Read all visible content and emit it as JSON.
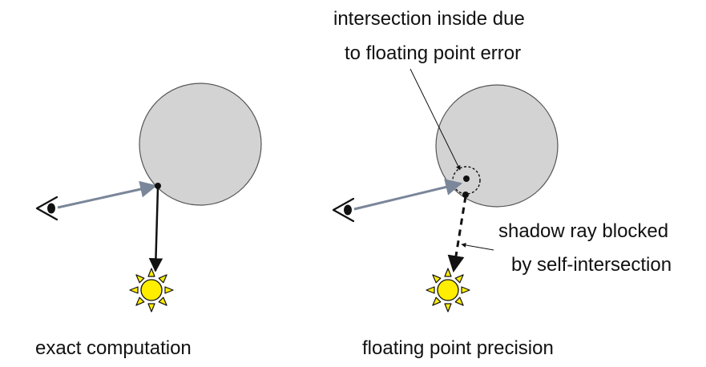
{
  "panels": {
    "left": {
      "caption": "exact computation"
    },
    "right": {
      "caption": "floating point precision",
      "callout_intersection": {
        "line1": "intersection inside due",
        "line2": "to floating point error"
      },
      "callout_shadow": {
        "line1": "shadow ray blocked",
        "line2": "by self-intersection"
      }
    }
  },
  "colors": {
    "sphere_fill": "#d3d3d3",
    "sphere_stroke": "#555555",
    "view_ray": "#7a8699",
    "shadow_ray": "#111111",
    "sun_disc": "#ffee00",
    "sun_rays": "#ffee00",
    "outline": "#111111"
  },
  "icons": {
    "eye": "eye-icon",
    "light": "sun-icon"
  }
}
